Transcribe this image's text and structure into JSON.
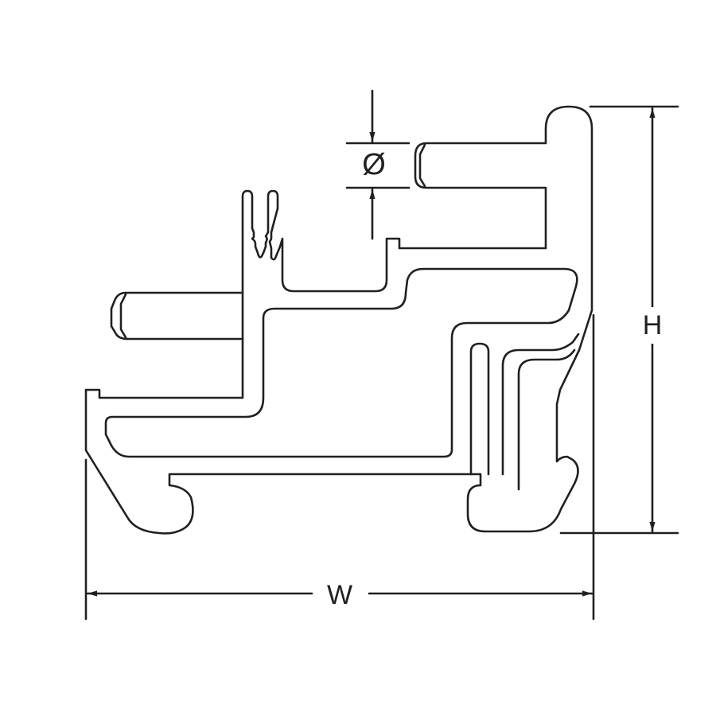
{
  "dimensions": {
    "width_label": "W",
    "height_label": "H",
    "diameter_symbol": "Ø"
  },
  "colors": {
    "stroke": "#231f20",
    "background": "#ffffff"
  }
}
